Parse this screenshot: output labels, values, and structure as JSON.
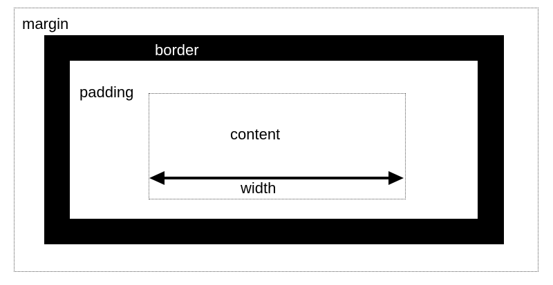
{
  "labels": {
    "margin": "margin",
    "border": "border",
    "padding": "padding",
    "content": "content",
    "width": "width"
  },
  "colors": {
    "border_fill": "#000000",
    "background": "#ffffff",
    "dotted_outline": "#555555"
  }
}
